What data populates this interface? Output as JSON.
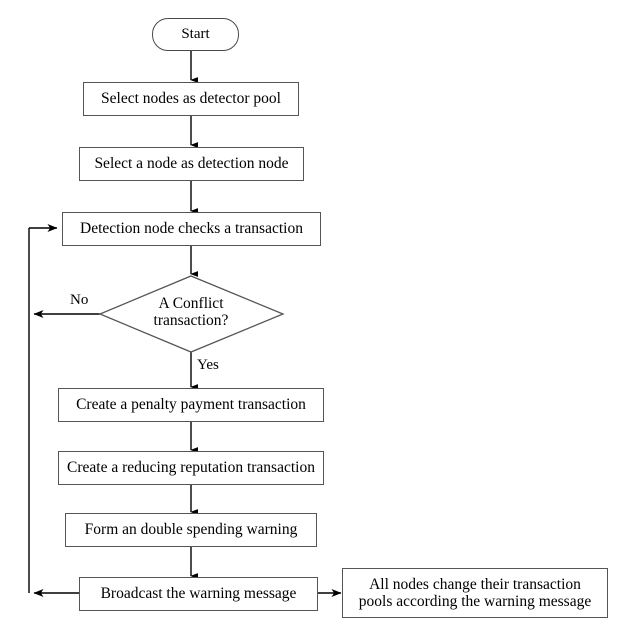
{
  "diagram": {
    "type": "flowchart",
    "orientation": "top-to-bottom",
    "background_color": "#ffffff",
    "line_color": "#000000",
    "box_border_color": "#555555",
    "nodes": [
      {
        "id": "start",
        "shape": "terminator",
        "label": "Start"
      },
      {
        "id": "select_pool",
        "shape": "process",
        "label": "Select nodes as detector pool"
      },
      {
        "id": "select_node",
        "shape": "process",
        "label": "Select a node as detection node"
      },
      {
        "id": "check_tx",
        "shape": "process",
        "label": "Detection node checks a transaction"
      },
      {
        "id": "conflict",
        "shape": "decision",
        "label_line1": "A Conflict",
        "label_line2": "transaction?"
      },
      {
        "id": "penalty",
        "shape": "process",
        "label": "Create a penalty payment transaction"
      },
      {
        "id": "reputation",
        "shape": "process",
        "label": "Create a reducing reputation transaction"
      },
      {
        "id": "warning",
        "shape": "process",
        "label": "Form an double spending warning"
      },
      {
        "id": "broadcast",
        "shape": "process",
        "label": "Broadcast the warning message"
      },
      {
        "id": "all_nodes",
        "shape": "process",
        "label_line1": "All nodes change their transaction",
        "label_line2": "pools according the warning message"
      }
    ],
    "edge_labels": {
      "no": "No",
      "yes": "Yes"
    }
  }
}
